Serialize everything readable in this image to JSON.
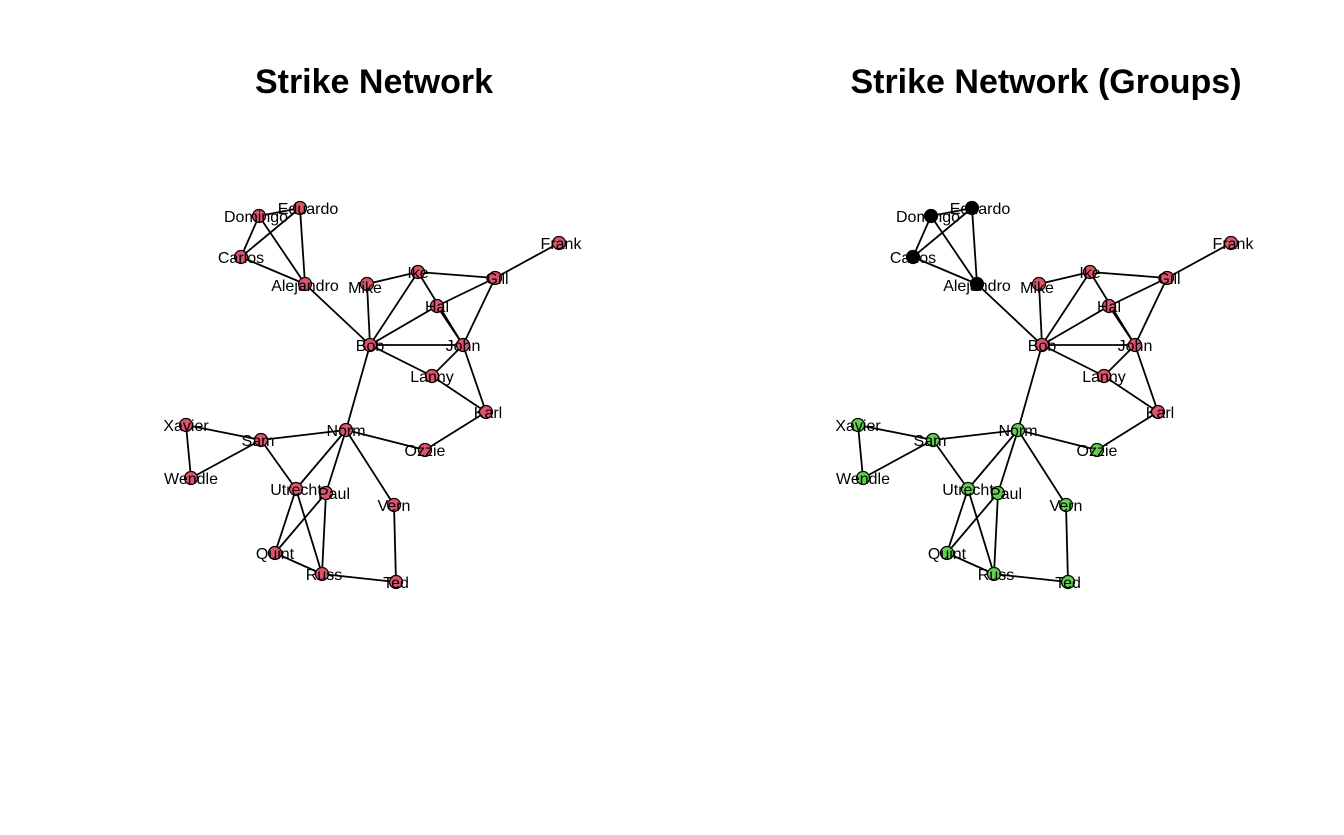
{
  "panels": [
    {
      "title": "Strike Network"
    },
    {
      "title": "Strike Network (Groups)"
    }
  ],
  "colors": {
    "single": "#DF536B",
    "group_1": "#000000",
    "group_2": "#DF536B",
    "group_3": "#61D04F"
  },
  "nodes": [
    {
      "name": "Alejandro",
      "group": 1
    },
    {
      "name": "Bob",
      "group": 2
    },
    {
      "name": "Carlos",
      "group": 1
    },
    {
      "name": "Domingo",
      "group": 1
    },
    {
      "name": "Eduardo",
      "group": 1
    },
    {
      "name": "Frank",
      "group": 2
    },
    {
      "name": "Gill",
      "group": 2
    },
    {
      "name": "Hal",
      "group": 2
    },
    {
      "name": "Ike",
      "group": 2
    },
    {
      "name": "John",
      "group": 2
    },
    {
      "name": "Karl",
      "group": 2
    },
    {
      "name": "Lanny",
      "group": 2
    },
    {
      "name": "Mike",
      "group": 2
    },
    {
      "name": "Norm",
      "group": 3
    },
    {
      "name": "Ozzie",
      "group": 3
    },
    {
      "name": "Paul",
      "group": 3
    },
    {
      "name": "Quint",
      "group": 3
    },
    {
      "name": "Russ",
      "group": 3
    },
    {
      "name": "Sam",
      "group": 3
    },
    {
      "name": "Ted",
      "group": 3
    },
    {
      "name": "Utrecht",
      "group": 3
    },
    {
      "name": "Vern",
      "group": 3
    },
    {
      "name": "Wendle",
      "group": 3
    },
    {
      "name": "Xavier",
      "group": 3
    }
  ],
  "edges": [
    [
      "Alejandro",
      "Bob"
    ],
    [
      "Alejandro",
      "Carlos"
    ],
    [
      "Alejandro",
      "Domingo"
    ],
    [
      "Alejandro",
      "Eduardo"
    ],
    [
      "Carlos",
      "Domingo"
    ],
    [
      "Carlos",
      "Eduardo"
    ],
    [
      "Domingo",
      "Eduardo"
    ],
    [
      "Bob",
      "Mike"
    ],
    [
      "Bob",
      "Ike"
    ],
    [
      "Bob",
      "Hal"
    ],
    [
      "Bob",
      "John"
    ],
    [
      "Bob",
      "Lanny"
    ],
    [
      "Bob",
      "Norm"
    ],
    [
      "Mike",
      "Ike"
    ],
    [
      "Ike",
      "Gill"
    ],
    [
      "Ike",
      "John"
    ],
    [
      "Gill",
      "Frank"
    ],
    [
      "Gill",
      "Hal"
    ],
    [
      "Gill",
      "John"
    ],
    [
      "Hal",
      "John"
    ],
    [
      "John",
      "Lanny"
    ],
    [
      "John",
      "Karl"
    ],
    [
      "Lanny",
      "Karl"
    ],
    [
      "Karl",
      "Ozzie"
    ],
    [
      "Norm",
      "Sam"
    ],
    [
      "Norm",
      "Ozzie"
    ],
    [
      "Norm",
      "Utrecht"
    ],
    [
      "Norm",
      "Paul"
    ],
    [
      "Norm",
      "Vern"
    ],
    [
      "Sam",
      "Xavier"
    ],
    [
      "Sam",
      "Wendle"
    ],
    [
      "Sam",
      "Utrecht"
    ],
    [
      "Xavier",
      "Wendle"
    ],
    [
      "Utrecht",
      "Quint"
    ],
    [
      "Utrecht",
      "Russ"
    ],
    [
      "Paul",
      "Quint"
    ],
    [
      "Paul",
      "Russ"
    ],
    [
      "Quint",
      "Russ"
    ],
    [
      "Russ",
      "Ted"
    ],
    [
      "Ted",
      "Vern"
    ]
  ]
}
